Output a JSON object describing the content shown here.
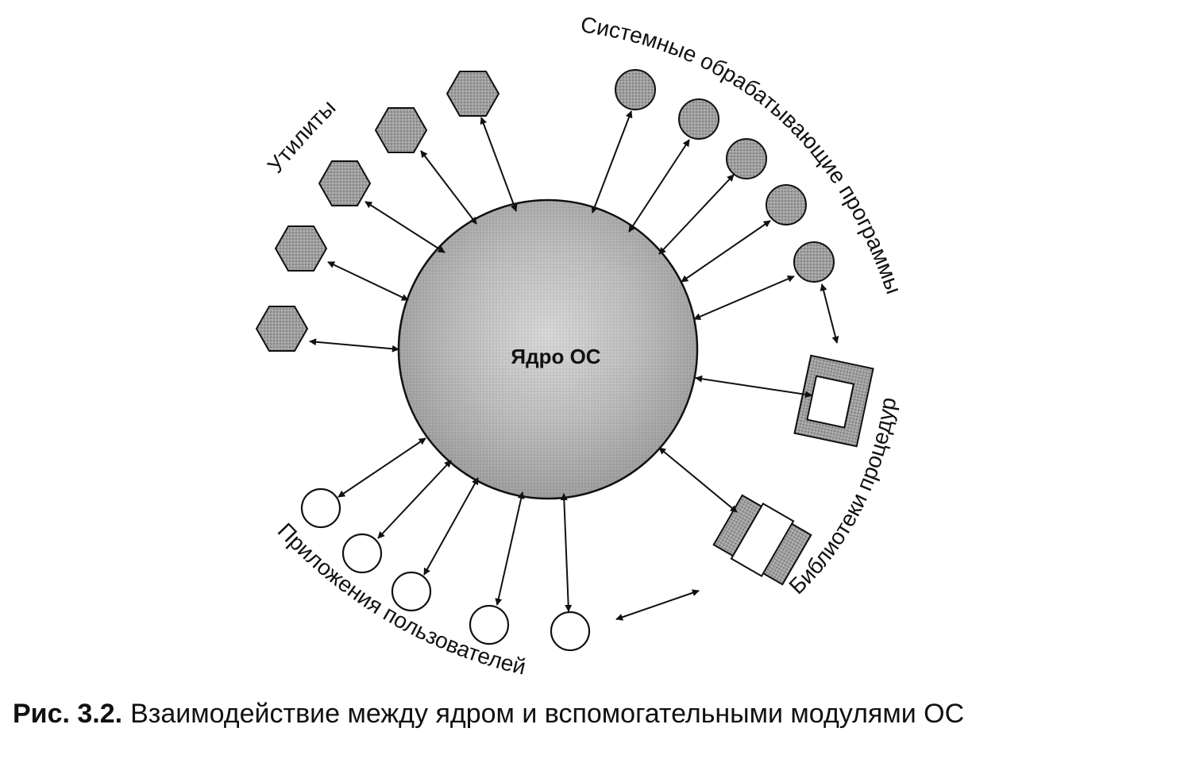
{
  "kernel": {
    "label": "Ядро ОС"
  },
  "groups": {
    "utilities": {
      "label": "Утилиты"
    },
    "system_programs": {
      "label": "Системные обрабатывающие программы"
    },
    "libraries": {
      "label": "Библиотеки процедур"
    },
    "user_apps": {
      "label": "Приложения пользователей"
    }
  },
  "caption": {
    "number": "Рис. 3.2.",
    "text": "Взаимодействие между ядром и вспомогательными модулями ОС"
  },
  "colors": {
    "stroke": "#111111",
    "kernel_fill": "#c8c8c8",
    "module_fill": "#9a9a9a",
    "app_fill": "#ffffff"
  }
}
